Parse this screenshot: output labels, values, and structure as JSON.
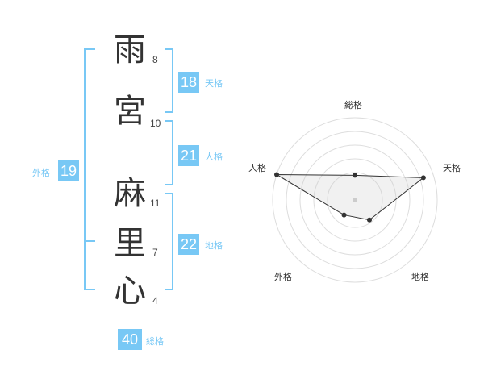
{
  "name": {
    "chars": [
      {
        "char": "雨",
        "strokes": "8"
      },
      {
        "char": "宮",
        "strokes": "10"
      },
      {
        "char": "麻",
        "strokes": "11"
      },
      {
        "char": "里",
        "strokes": "7"
      },
      {
        "char": "心",
        "strokes": "4"
      }
    ]
  },
  "fortune": {
    "tenkaku": {
      "value": "18",
      "label": "天格"
    },
    "jinkaku": {
      "value": "21",
      "label": "人格"
    },
    "chikaku": {
      "value": "22",
      "label": "地格"
    },
    "gaikaku": {
      "value": "19",
      "label": "外格"
    },
    "soukaku": {
      "value": "40",
      "label": "総格"
    }
  },
  "colors": {
    "accent": "#78c8f5",
    "text": "#333333"
  },
  "radar": {
    "axes": [
      "総格",
      "天格",
      "地格",
      "外格",
      "人格"
    ],
    "values": [
      1.2,
      3.5,
      1.2,
      0.9,
      4.0
    ],
    "max": 4
  }
}
